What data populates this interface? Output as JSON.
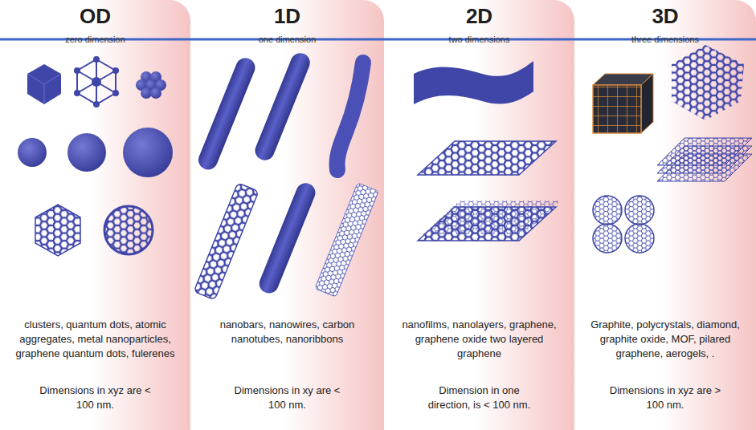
{
  "diagram": {
    "nodes": [
      {
        "text": [
          "OD",
          "zero dimension",
          "clusters, quantum dots, atomic aggregates, metal nanoparticles, graphene quantum dots, fulerenes",
          "Dimensions in xyz are < 100 nm."
        ]
      },
      {
        "text": [
          "1D",
          "one dimension",
          "nanobars, nanowires, carbon nanotubes, nanoribbons",
          "Dimensions in xy are < 100 nm."
        ]
      },
      {
        "text": [
          "2D",
          "two dimensions",
          "nanofilms, nanolayers, graphene, graphene oxide two layered graphene",
          "Dimension in one direction, is < 100 nm."
        ]
      },
      {
        "text": [
          "3D",
          "three dimensions",
          "Graphite, polycrystals, diamond, graphite oxide, MOF, pilared graphene, aerogels, .",
          "Dimensions in xyz are > 100 nm."
        ]
      }
    ]
  }
}
